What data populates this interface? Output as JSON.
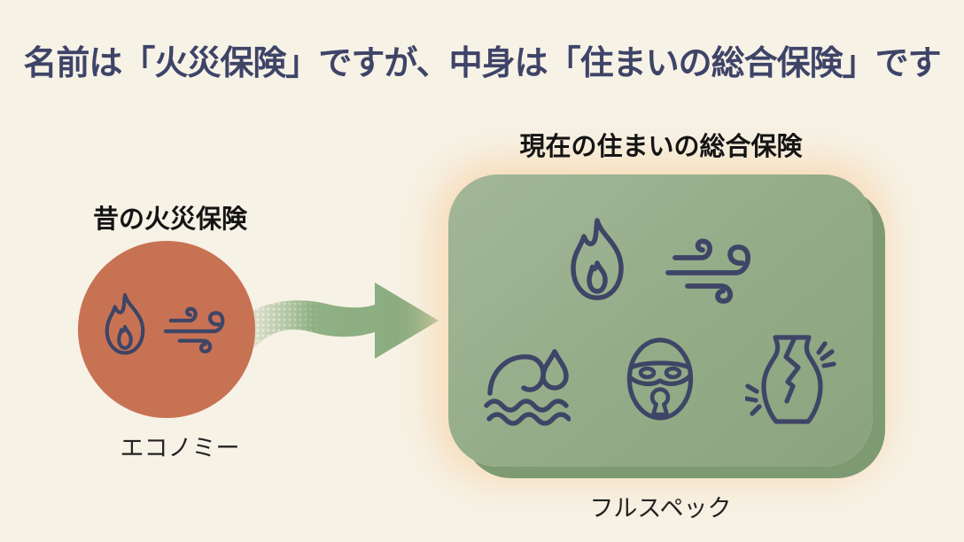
{
  "title": {
    "text": "名前は「火災保険」ですが、中身は「住まいの総合保険」です"
  },
  "colors": {
    "background": "#f7f2e6",
    "title_text": "#3e4468",
    "label_text": "#141414",
    "economy_circle": "#c87254",
    "fullspec_box": "#95ac89",
    "fullspec_box_edge": "#7e9a72",
    "arrow_green": "#8fb084",
    "icon_stroke": "#3e4566",
    "glow": "#f8dcba"
  },
  "old_insurance": {
    "label": "昔の火災保険",
    "caption": "エコノミー",
    "covered_risks": [
      "fire-icon",
      "wind-icon"
    ]
  },
  "new_insurance": {
    "label": "現在の住まいの総合保険",
    "caption": "フルスペック",
    "covered_risks": [
      "fire-icon",
      "wind-icon",
      "flood-icon",
      "theft-icon",
      "breakage-icon"
    ]
  },
  "arrow": {
    "direction": "right"
  }
}
